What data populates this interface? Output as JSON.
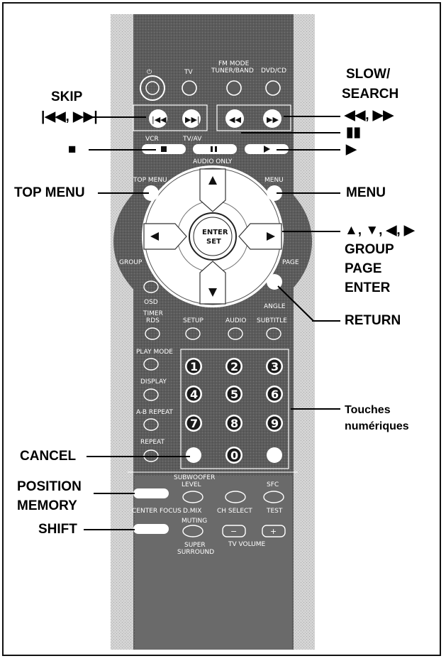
{
  "callouts": {
    "skip_title": "SKIP",
    "skip_symbols": "|◀◀, ▶▶|",
    "slow_search_1": "SLOW/",
    "slow_search_2": "SEARCH",
    "slow_search_symbols": "◀◀, ▶▶",
    "pause": "▮▮",
    "stop": "■",
    "play": "▶",
    "top_menu": "TOP MENU",
    "menu": "MENU",
    "arrows": "▲, ▼, ◀, ▶",
    "group": "GROUP",
    "page": "PAGE",
    "enter": "ENTER",
    "return": "RETURN",
    "touches_1": "Touches",
    "touches_2": "numériques",
    "cancel": "CANCEL",
    "position_1": "POSITION",
    "position_2": "MEMORY",
    "shift": "SHIFT"
  },
  "remote": {
    "power": "⏻",
    "tv": "TV",
    "fm_mode": "FM MODE",
    "tuner_band": "TUNER/BAND",
    "dvd_cd": "DVD/CD",
    "vcr": "VCR",
    "tv_av": "TV/AV",
    "audio_only": "AUDIO ONLY",
    "top_menu": "TOP MENU",
    "menu": "MENU",
    "enter_1": "ENTER",
    "enter_2": "SET",
    "group": "GROUP",
    "page": "PAGE",
    "osd": "OSD",
    "angle": "ANGLE",
    "timer_1": "TIMER",
    "timer_2": "RDS",
    "setup": "SETUP",
    "audio": "AUDIO",
    "subtitle": "SUBTITLE",
    "play_mode": "PLAY MODE",
    "display": "DISPLAY",
    "ab_repeat": "A-B REPEAT",
    "repeat": "REPEAT",
    "subwoofer_1": "SUBWOOFER",
    "subwoofer_2": "LEVEL",
    "center_focus": "CENTER FOCUS",
    "dmix": "D.MIX",
    "ch_select": "CH SELECT",
    "test": "TEST",
    "muting": "MUTING",
    "super_1": "SUPER",
    "super_2": "SURROUND",
    "tv_volume": "TV VOLUME",
    "sfc": "SFC",
    "digits": [
      "1",
      "2",
      "3",
      "4",
      "5",
      "6",
      "7",
      "8",
      "9",
      "0"
    ],
    "vol_minus": "−",
    "vol_plus": "+"
  },
  "colors": {
    "remote_body": "#5e5e5e",
    "remote_side": "#c9c9c9",
    "button_fill": "#ffffff",
    "digit_fill": "#1a1a1a"
  }
}
